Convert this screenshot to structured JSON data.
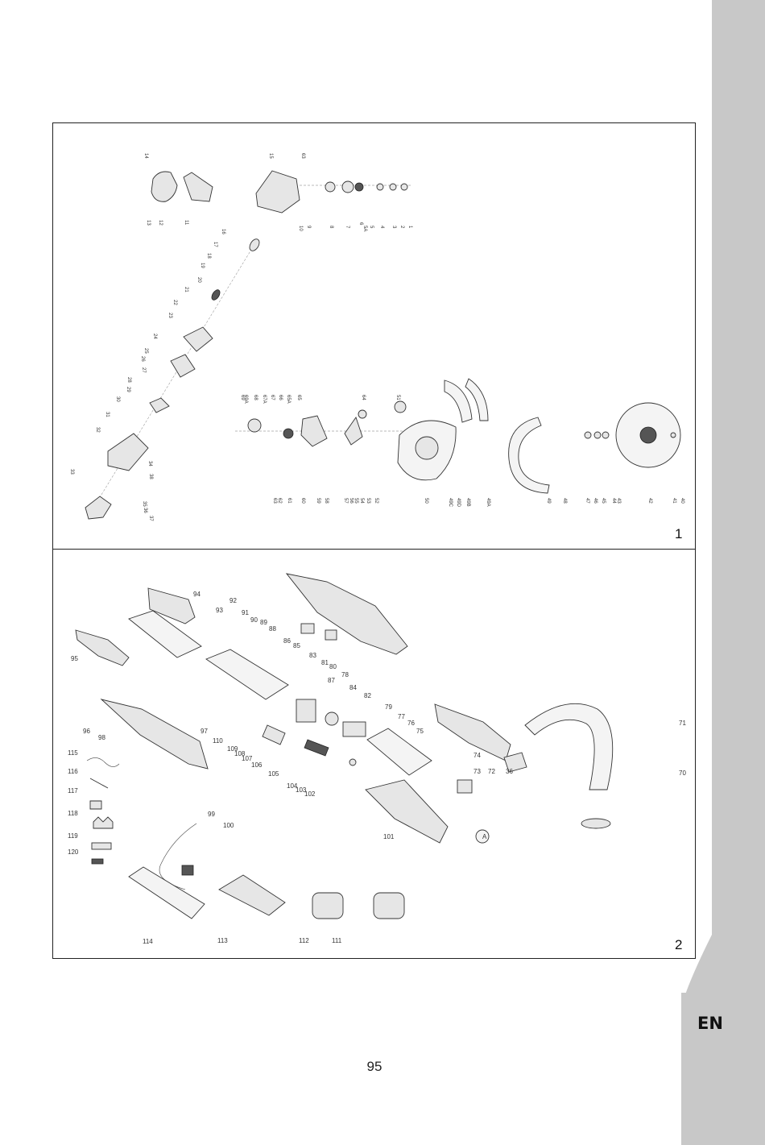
{
  "page": {
    "number": "95",
    "language_tab": "EN"
  },
  "panels": [
    {
      "label": "1",
      "callouts": [
        "1",
        "2",
        "3",
        "4",
        "5",
        "5A",
        "6",
        "7",
        "8",
        "9",
        "10",
        "11",
        "12",
        "13",
        "14",
        "15",
        "16",
        "17",
        "18",
        "19",
        "20",
        "21",
        "22",
        "23",
        "24",
        "25",
        "26",
        "27",
        "28",
        "29",
        "30",
        "31",
        "32",
        "33",
        "34",
        "35",
        "36",
        "37",
        "38",
        "40",
        "41",
        "42",
        "43",
        "44",
        "45",
        "46",
        "47",
        "48",
        "49",
        "49A",
        "49B",
        "49C",
        "49D",
        "50",
        "51",
        "52",
        "53",
        "54",
        "55",
        "56",
        "57",
        "58",
        "59",
        "60",
        "61",
        "62",
        "63",
        "64",
        "65",
        "65A",
        "66",
        "67",
        "67A",
        "68",
        "69",
        "69A"
      ]
    },
    {
      "label": "2",
      "callouts": [
        "36",
        "70",
        "71",
        "72",
        "73",
        "74",
        "75",
        "76",
        "77",
        "78",
        "79",
        "80",
        "81",
        "82",
        "83",
        "84",
        "85",
        "86",
        "87",
        "88",
        "89",
        "90",
        "91",
        "92",
        "93",
        "94",
        "95",
        "96",
        "97",
        "98",
        "99",
        "100",
        "101",
        "102",
        "103",
        "104",
        "105",
        "106",
        "107",
        "108",
        "109",
        "110",
        "111",
        "112",
        "113",
        "114",
        "115",
        "116",
        "117",
        "118",
        "119",
        "120",
        "A"
      ]
    }
  ],
  "colors": {
    "tab": "#c8c8c8",
    "frame": "#222222",
    "paper": "#ffffff"
  }
}
